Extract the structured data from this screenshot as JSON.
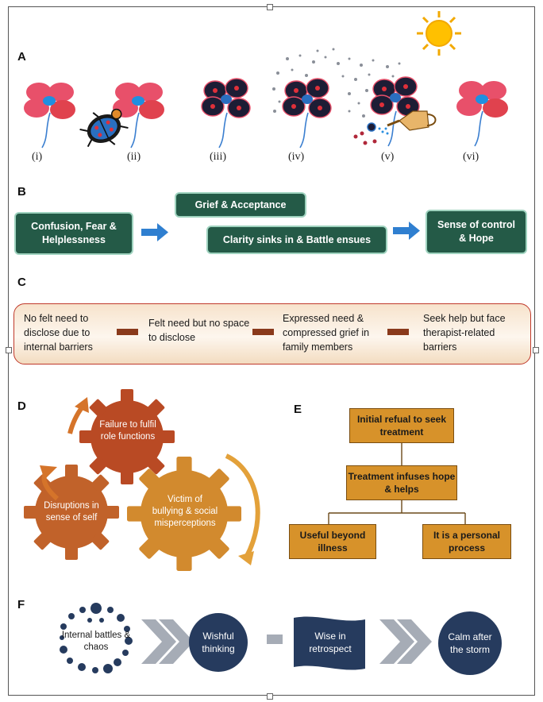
{
  "sections": {
    "a": "A",
    "b": "B",
    "c": "C",
    "d": "D",
    "e": "E",
    "f": "F"
  },
  "panel_a": {
    "labels": [
      "(i)",
      "(ii)",
      "(iii)",
      "(iv)",
      "(v)",
      "(vi)"
    ]
  },
  "panel_b": {
    "start": "Confusion, Fear & Helplessness",
    "middle_top": "Grief & Acceptance",
    "middle_bottom": "Clarity sinks in & Battle ensues",
    "end": "Sense of control & Hope"
  },
  "panel_c": {
    "stages": [
      "No felt need to disclose due to internal barriers",
      "Felt need but no space to disclose",
      "Expressed need & compressed grief in family members",
      "Seek help but face therapist-related barriers"
    ]
  },
  "panel_d": {
    "gears": [
      "Failure to fulfil role functions",
      "Disruptions in sense of self",
      "Victim of bullying & social misperceptions"
    ]
  },
  "panel_e": {
    "top": "Initial refual to seek treatment",
    "middle": "Treatment infuses hope & helps",
    "left": "Useful beyond illness",
    "right": "It is a personal process"
  },
  "panel_f": {
    "steps": [
      "Internal battles & chaos",
      "Wishful thinking",
      "Wise in retrospect",
      "Calm after the storm"
    ]
  },
  "colors": {
    "flower_pink": "#e8506a",
    "flower_dark": "#1d1d35",
    "green_box": "#245a47",
    "orange_box": "#d7922a",
    "navy": "#263b5e"
  }
}
